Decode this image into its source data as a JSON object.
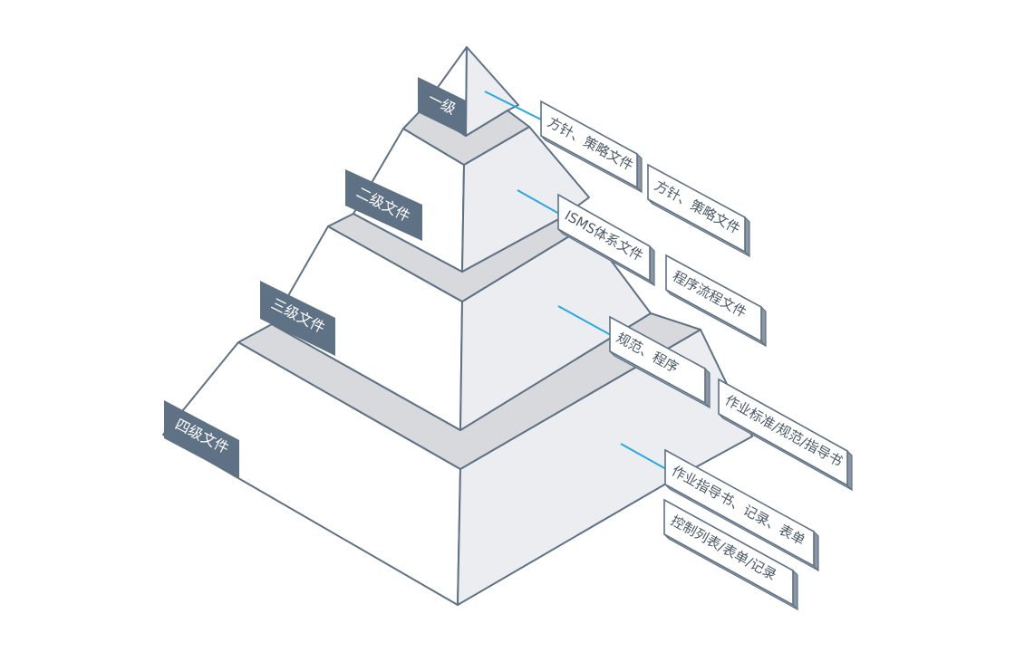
{
  "levels": [
    {
      "label": "一级"
    },
    {
      "label": "二级文件"
    },
    {
      "label": "三级文件"
    },
    {
      "label": "四级文件"
    }
  ],
  "cards": [
    {
      "label": "方针、策略文件"
    },
    {
      "label": "方针、策略文件"
    },
    {
      "label": "ISMS体系文件"
    },
    {
      "label": "程序流程文件"
    },
    {
      "label": "规范、程序"
    },
    {
      "label": "作业标准/规范/指导书"
    },
    {
      "label": "作业指导书、记录、表单"
    },
    {
      "label": "控制列表/表单/记录"
    }
  ],
  "colors": {
    "outline": "#5f7185",
    "tag": "#5f7185",
    "leader": "#29a8e0",
    "ledge": "#d8d9dc",
    "side": "#ebedf1"
  }
}
